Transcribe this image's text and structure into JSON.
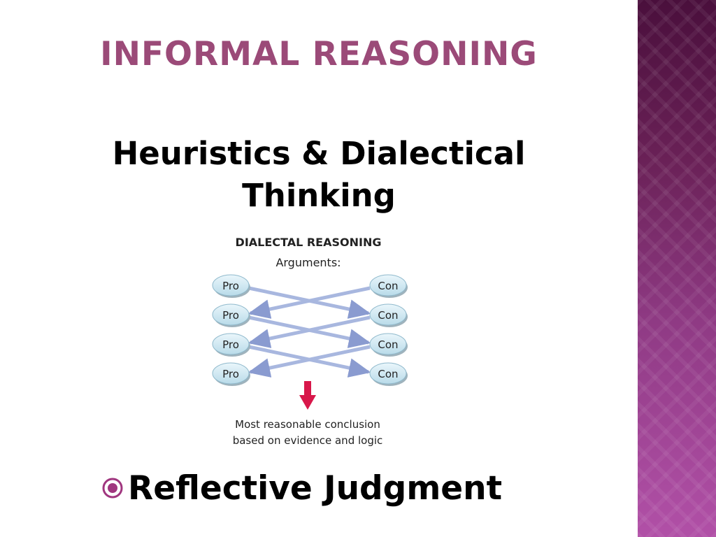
{
  "slide": {
    "title": "INFORMAL REASONING",
    "subtitle_line1": "Heuristics & Dialectical",
    "subtitle_line2": "Thinking",
    "bullet": "Reflective Judgment",
    "bullet_icon": "circle-bullet-icon"
  },
  "diagram": {
    "heading": "DIALECTAL REASONING",
    "subheading": "Arguments:",
    "pros": [
      "Pro",
      "Pro",
      "Pro",
      "Pro"
    ],
    "cons": [
      "Con",
      "Con",
      "Con",
      "Con"
    ],
    "conclusion_line1": "Most reasonable conclusion",
    "conclusion_line2": "based on evidence and logic"
  },
  "colors": {
    "title": "#9b4a78",
    "band_top": "#4a0f3c",
    "band_bottom": "#b150a7",
    "pill_fill": "#d6ecf4",
    "pill_stroke": "#8fb9cc",
    "arrow_line": "#a8b7df",
    "down_arrow": "#d8174a",
    "bullet": "#a0367f"
  }
}
